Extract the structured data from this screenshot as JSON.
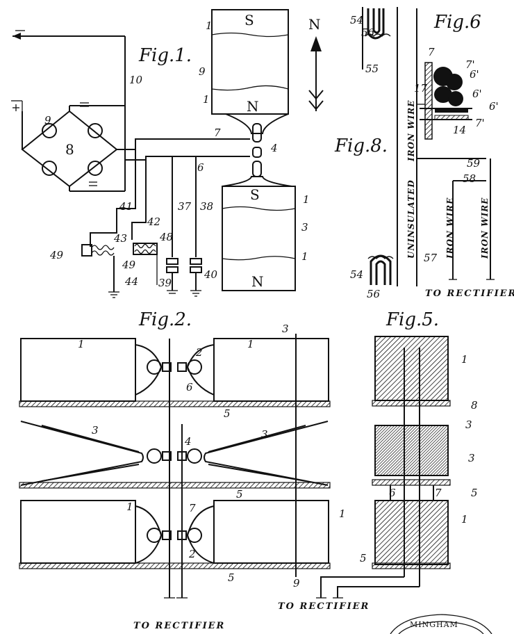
{
  "figures": {
    "fig1": "Fig.1.",
    "fig2": "Fig.2.",
    "fig5": "Fig.5.",
    "fig6": "Fig.6",
    "fig8": "Fig.8."
  },
  "north": "N",
  "fig1_labels": {
    "pole_s_top": "S",
    "pole_n_top": "N",
    "pole_s_bottom": "S",
    "pole_n_bottom": "N",
    "n1a": "1",
    "n9": "9",
    "n1b": "1",
    "n10": "10",
    "n9_bridge": "9",
    "n8": "8",
    "n7": "7",
    "n4": "4",
    "n6": "6",
    "n1c": "1",
    "n3": "3",
    "n1d": "1",
    "n41": "41",
    "n42": "42",
    "n43": "43",
    "n48": "48",
    "n49a": "49",
    "n49b": "49",
    "n44": "44",
    "n37": "37",
    "n38": "38",
    "n39": "39",
    "n40": "40"
  },
  "fig68_labels": {
    "n54a": "54",
    "n56a": "56",
    "n55": "55",
    "n54b": "54",
    "n56b": "56",
    "n57": "57",
    "n58": "58",
    "n59": "59",
    "n7a": "7'",
    "n6a": "6'",
    "n6b": "6'",
    "n6c": "6'",
    "n7b": "7'",
    "n17": "17",
    "n14": "14",
    "n7c": "7"
  },
  "wire_labels": {
    "uninsulated": "UNINSULATED",
    "iron_wire_a": "IRON WIRE",
    "iron_wire_b": "IRON WIRE",
    "iron_wire_c": "IRON WIRE",
    "to_rectifier_fig8": "TO RECTIFIER"
  },
  "fig2_labels": {
    "n1a": "1",
    "n1b": "1",
    "n3top": "3",
    "n2a": "2",
    "n6": "6",
    "n5a": "5",
    "n3l": "3",
    "n4": "4",
    "n3r": "3",
    "n5b": "5",
    "n1c": "1",
    "n7": "7",
    "n1d": "1",
    "n2b": "2",
    "n5c": "5",
    "n9": "9",
    "to_rectifier": "TO RECTIFIER"
  },
  "fig5_labels": {
    "n1a": "1",
    "n8": "8",
    "n3a": "3",
    "n3b": "3",
    "n6": "6",
    "n7": "7",
    "n5a": "5",
    "n1b": "1",
    "n5b": "5",
    "to_rectifier": "TO RECTIFIER"
  },
  "stamp": "MINGHAM"
}
